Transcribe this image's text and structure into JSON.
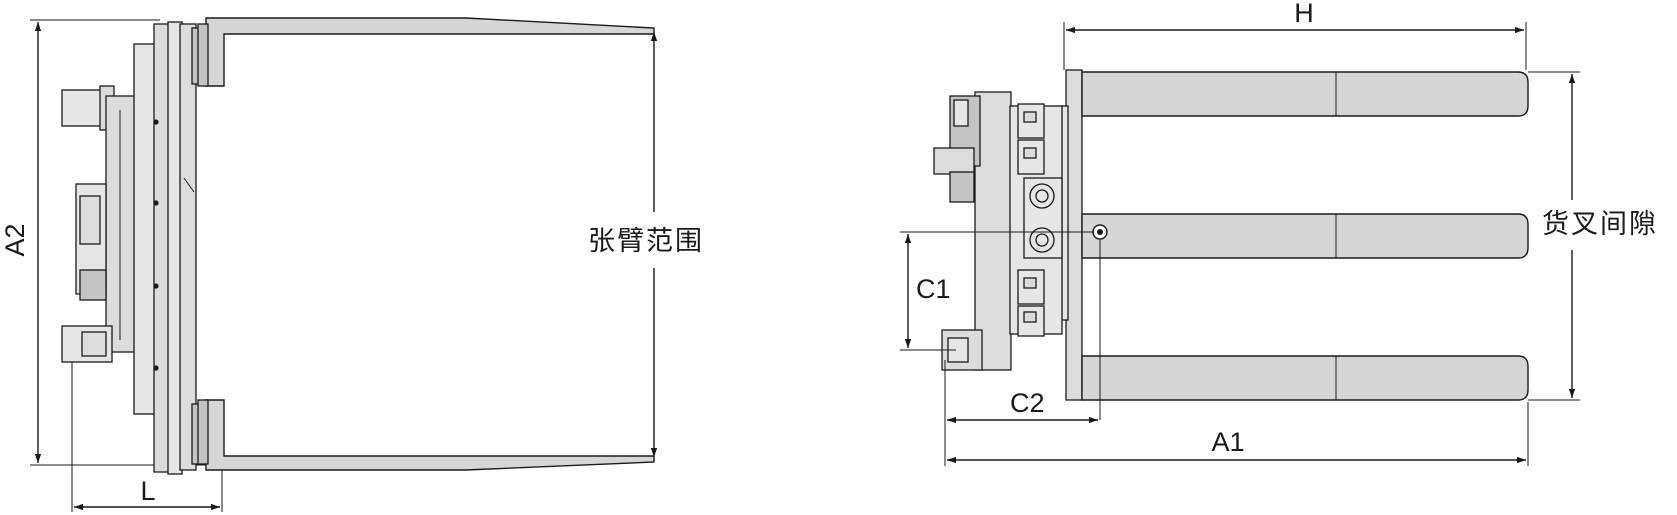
{
  "left_view": {
    "dim_height_label": "A2",
    "dim_depth_label": "L",
    "range_label": "张臂范围"
  },
  "right_view": {
    "dim_length_label": "H",
    "dim_overall_label": "A1",
    "dim_vertical_offset_label": "C1",
    "dim_horizontal_offset_label": "C2",
    "gap_label": "货叉间隙"
  }
}
